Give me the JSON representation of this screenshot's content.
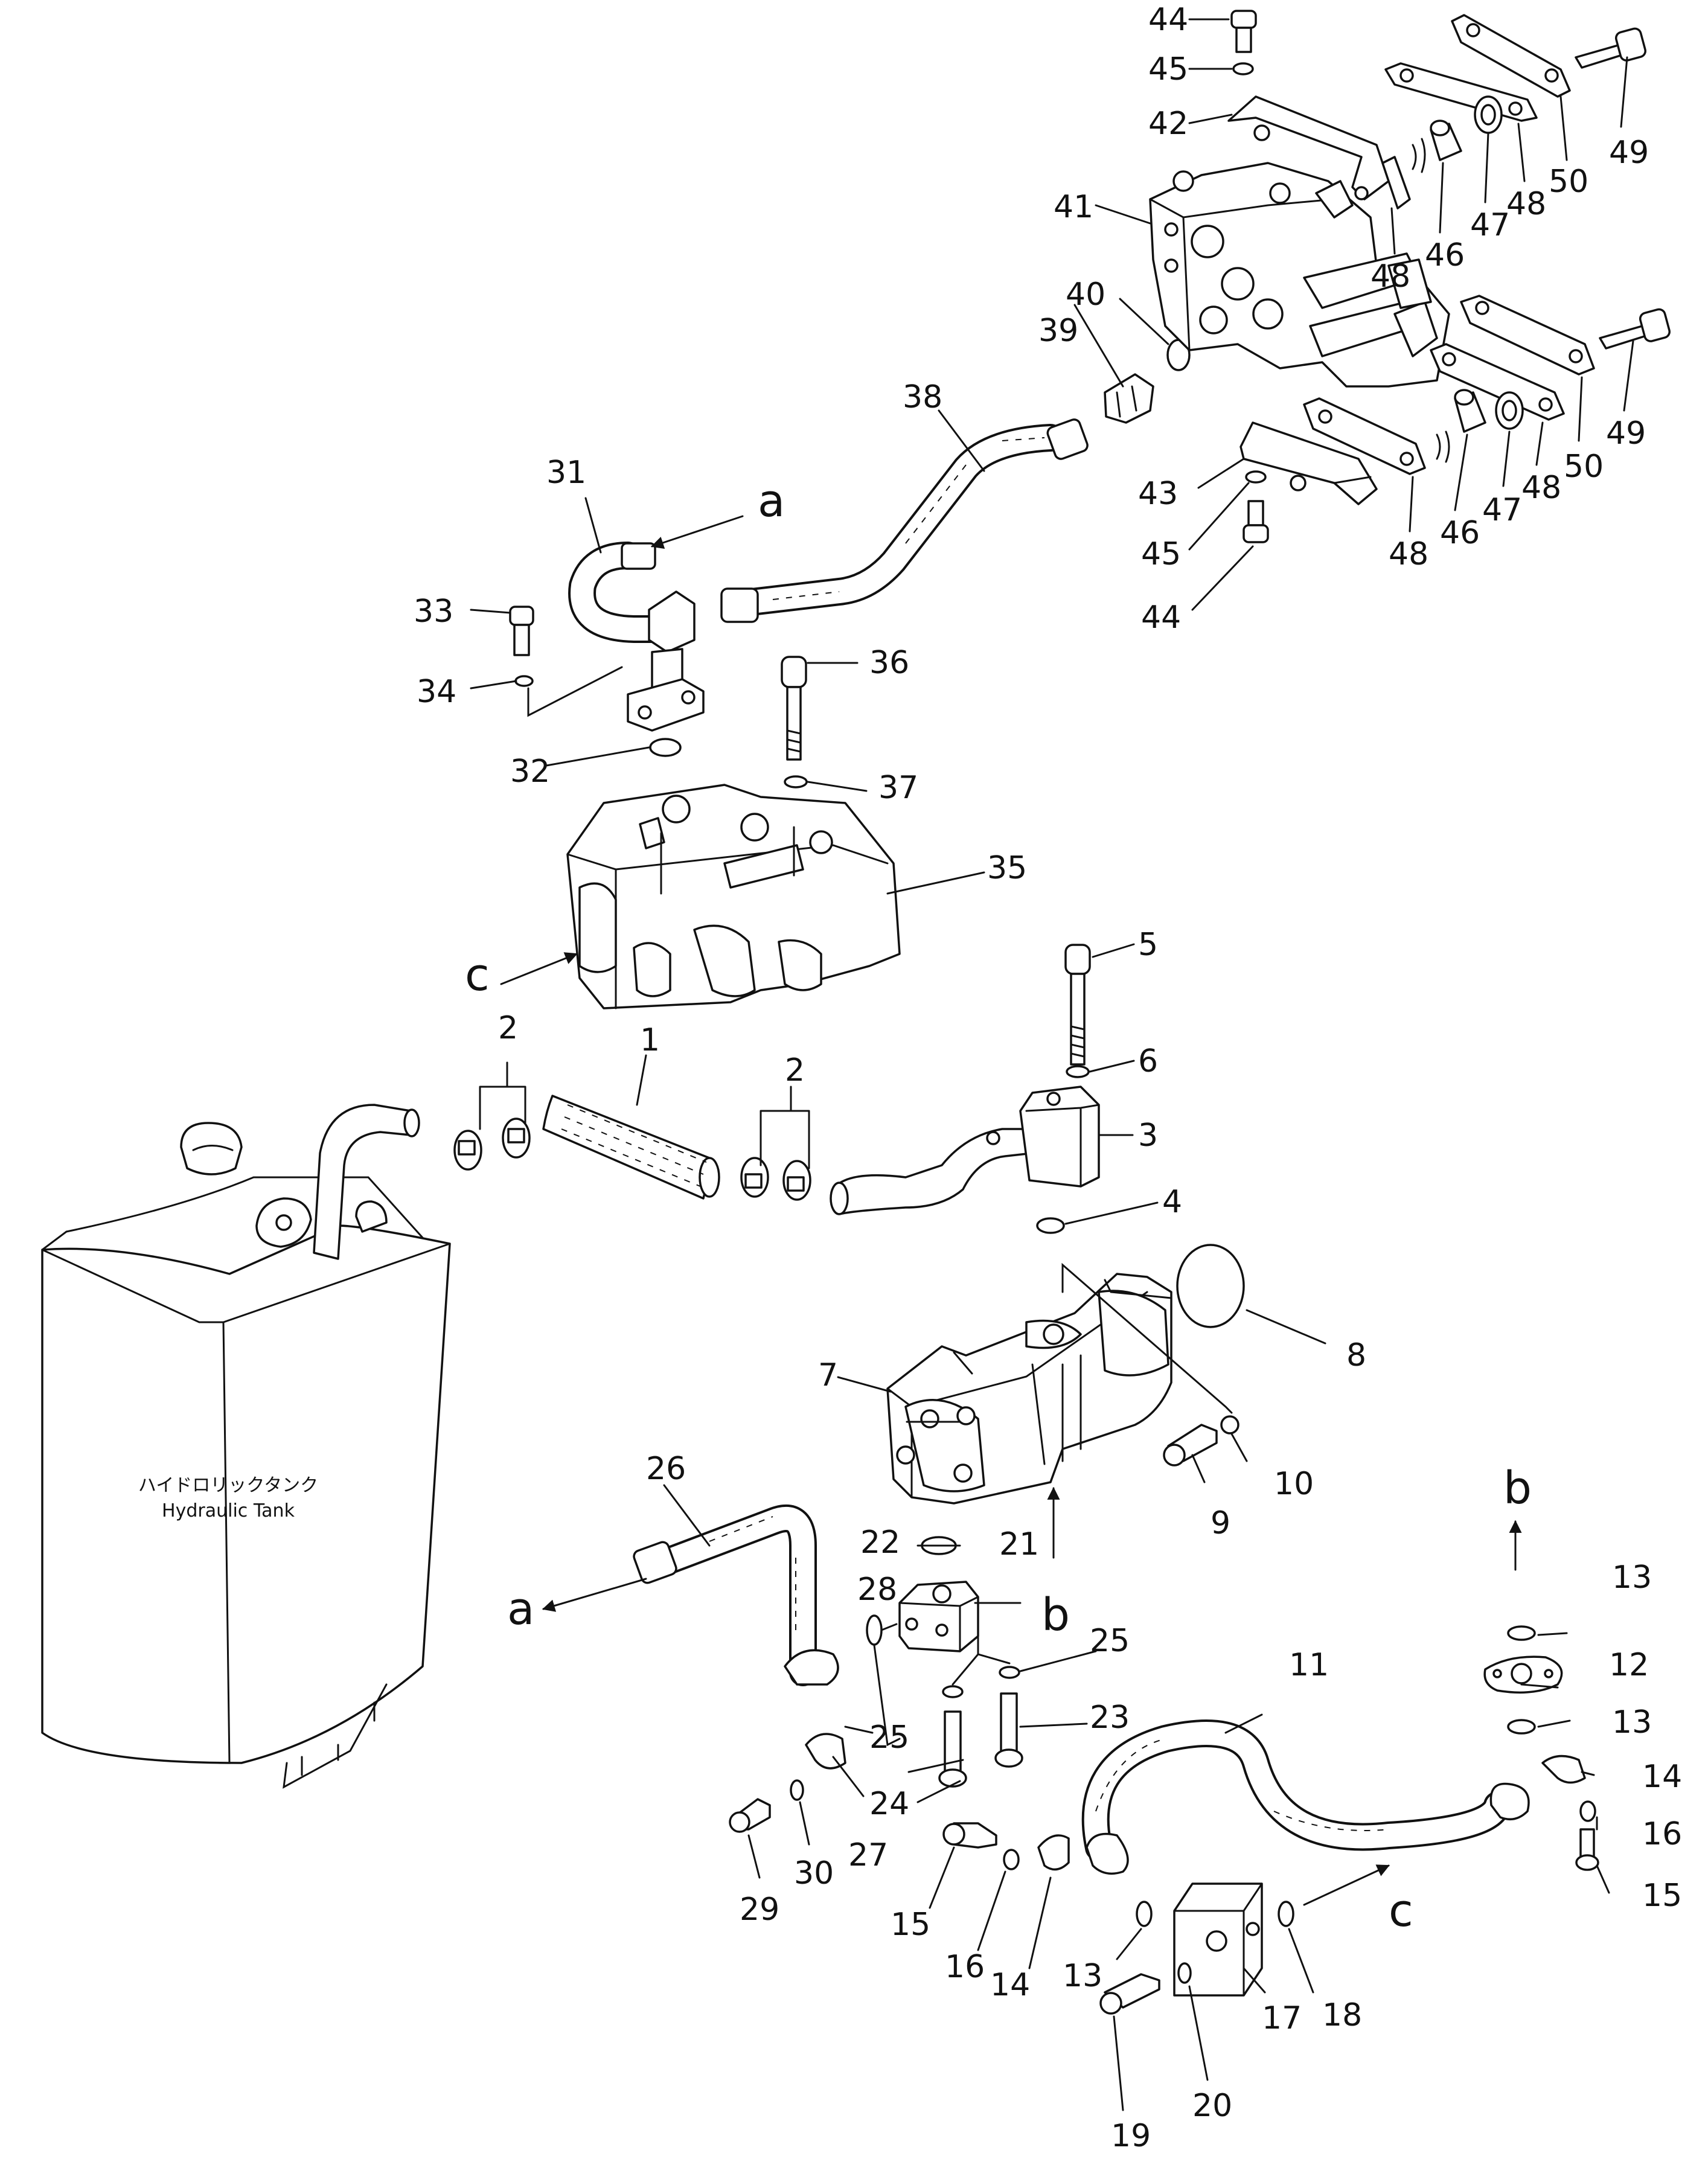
{
  "tank": {
    "label_jp": "ハイドロリックタンク",
    "label_en": "Hydraulic Tank"
  },
  "part_numbers": {
    "p1": "1",
    "p2a": "2",
    "p2b": "2",
    "p3": "3",
    "p4": "4",
    "p5": "5",
    "p6": "6",
    "p7": "7",
    "p8": "8",
    "p9": "9",
    "p10": "10",
    "p11": "11",
    "p12": "12",
    "p13a": "13",
    "p13b": "13",
    "p13c": "13",
    "p14a": "14",
    "p14b": "14",
    "p15a": "15",
    "p15b": "15",
    "p16a": "16",
    "p16b": "16",
    "p17": "17",
    "p18": "18",
    "p19": "19",
    "p20": "20",
    "p21": "21",
    "p22": "22",
    "p23": "23",
    "p24": "24",
    "p25a": "25",
    "p25b": "25",
    "p26": "26",
    "p27": "27",
    "p28": "28",
    "p29": "29",
    "p30": "30",
    "p31": "31",
    "p32": "32",
    "p33": "33",
    "p34": "34",
    "p35": "35",
    "p36": "36",
    "p37": "37",
    "p38": "38",
    "p39": "39",
    "p40": "40",
    "p41": "41",
    "p42": "42",
    "p43": "43",
    "p44a": "44",
    "p44b": "44",
    "p45a": "45",
    "p45b": "45",
    "p46a": "46",
    "p46b": "46",
    "p47a": "47",
    "p47b": "47",
    "p48a": "48",
    "p48b": "48",
    "p48c": "48",
    "p48d": "48",
    "p49a": "49",
    "p49b": "49",
    "p50a": "50",
    "p50b": "50"
  },
  "connection_letters": {
    "a_top": "a",
    "a_left": "a",
    "b_top": "b",
    "b_bottom": "b",
    "c_left": "c",
    "c_bottom": "c"
  }
}
